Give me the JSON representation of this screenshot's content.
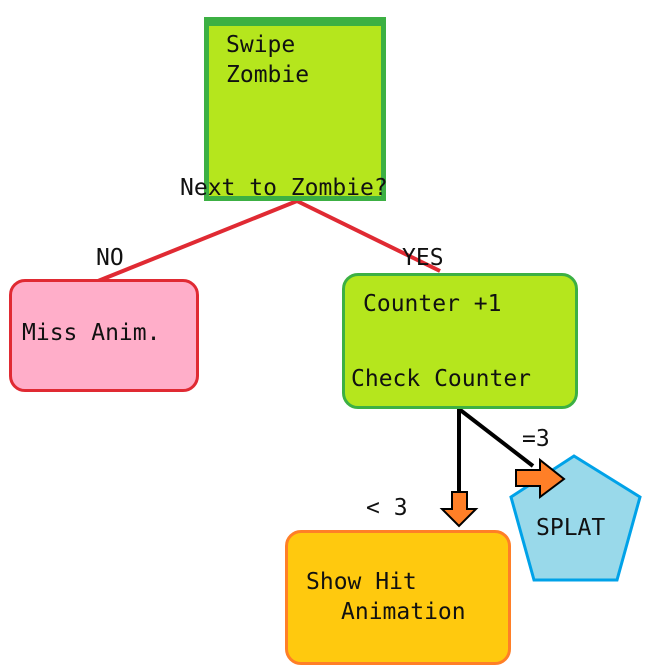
{
  "nodes": {
    "start": {
      "line1": "Swipe",
      "line2": "Zombie"
    },
    "miss": {
      "label": "Miss Anim."
    },
    "counter": {
      "line1": "Counter +1",
      "line2": "Check Counter"
    },
    "hit": {
      "line1": "Show Hit",
      "line2": "Animation"
    },
    "splat": {
      "label": "SPLAT"
    }
  },
  "question": "Next to Zombie?",
  "edges": {
    "no": "NO",
    "yes": "YES",
    "less_than": "< 3",
    "equals": "=3"
  },
  "colors": {
    "green_fill": "#b5e61d",
    "green_border": "#3cb043",
    "red_line": "#e02a33",
    "pink_fill": "#ffaec9",
    "orange_fill": "#ffc90e",
    "orange_border": "#ff7f27",
    "blue_fill": "#99d9ea",
    "blue_border": "#00a2e8"
  }
}
